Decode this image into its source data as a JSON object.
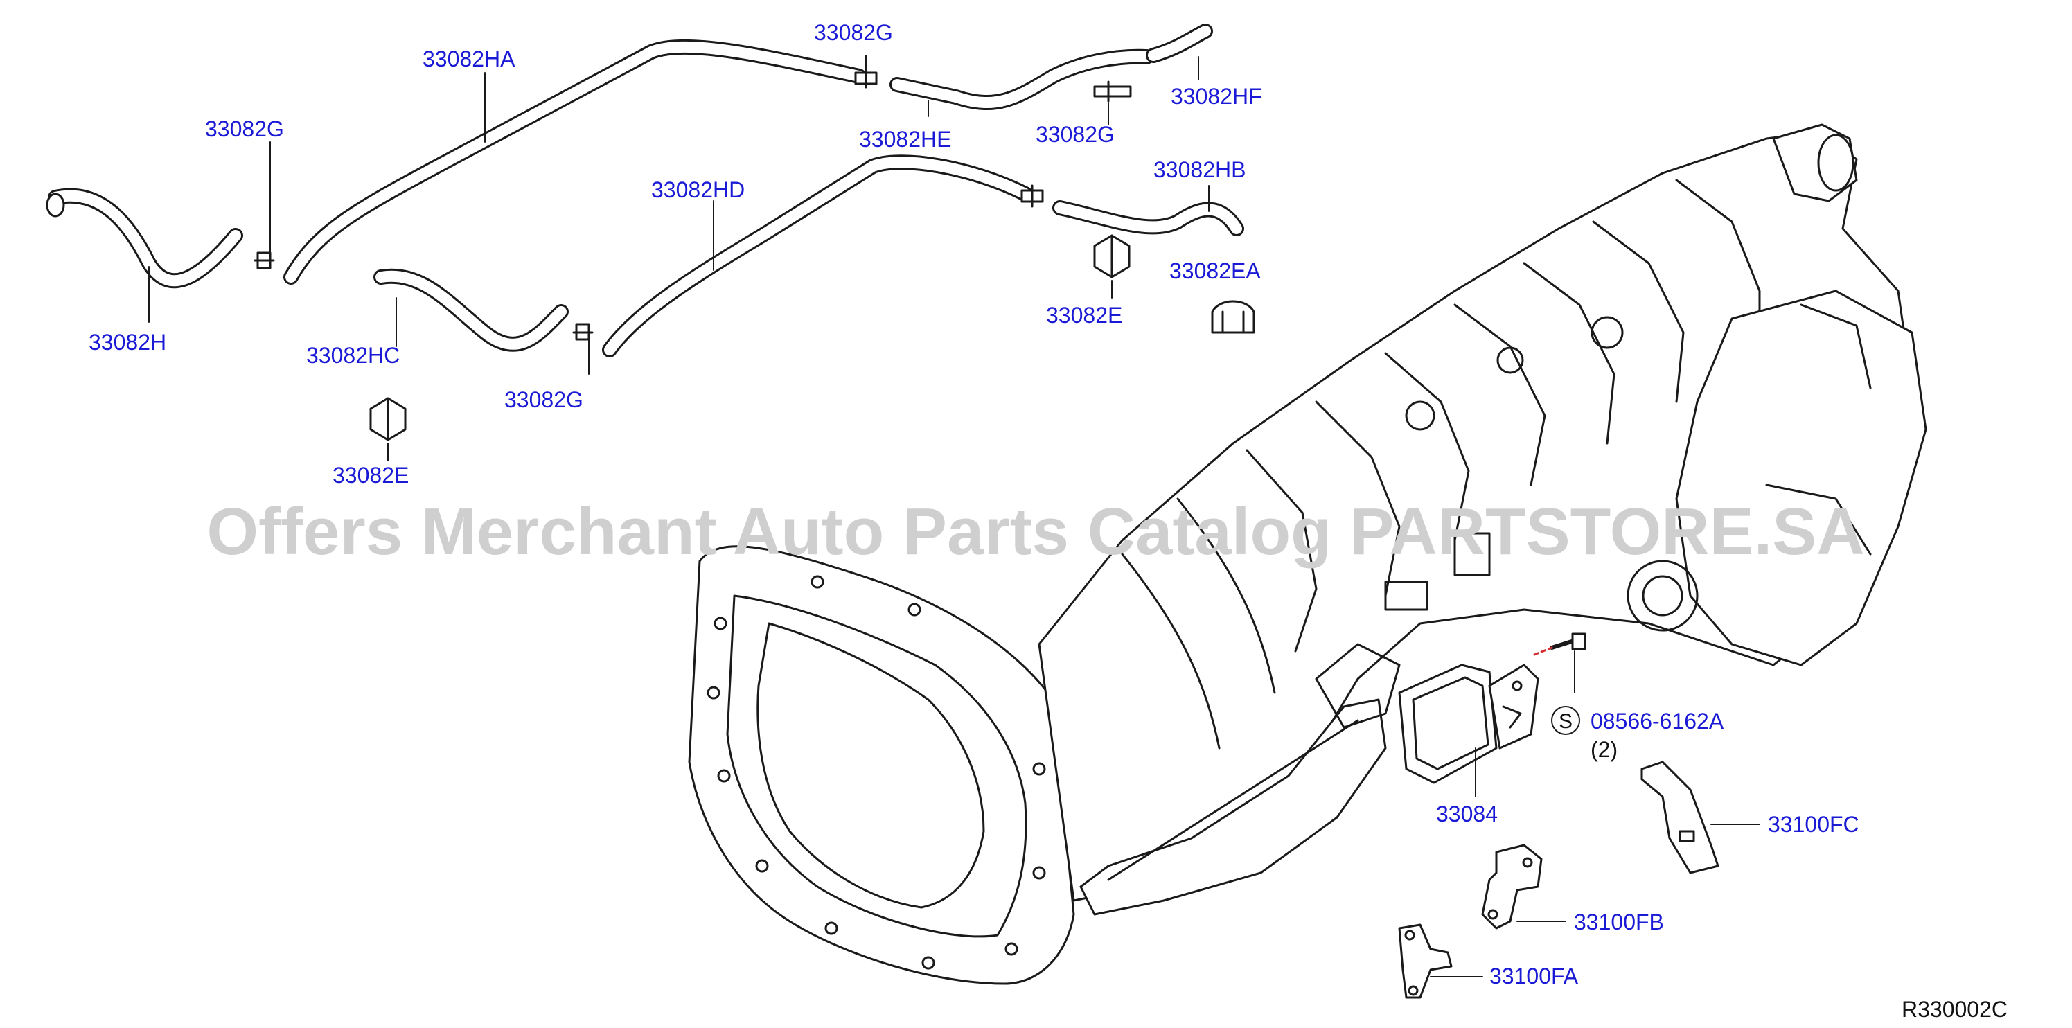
{
  "colors": {
    "label": "#1a1ad6",
    "line": "#1a1a1a",
    "watermark": "#cfcfcf",
    "ref": "#111111"
  },
  "watermark": "Offers Merchant Auto Parts Catalog PARTSTORE.SA",
  "reference_code": "R330002C",
  "symbol_s": "S",
  "labels": {
    "p33082HA": "33082HA",
    "p33082G_top": "33082G",
    "p33082G_left": "33082G",
    "p33082HF": "33082HF",
    "p33082HE": "33082HE",
    "p33082G_mid": "33082G",
    "p33082HB": "33082HB",
    "p33082HD": "33082HD",
    "p33082H": "33082H",
    "p33082HC": "33082HC",
    "p33082G_low": "33082G",
    "p33082E_left": "33082E",
    "p33082E_right": "33082E",
    "p33082EA": "33082EA",
    "p08566": "08566-6162A",
    "p08566_qty": "(2)",
    "p33084": "33084",
    "p33100FC": "33100FC",
    "p33100FB": "33100FB",
    "p33100FA": "33100FA"
  }
}
